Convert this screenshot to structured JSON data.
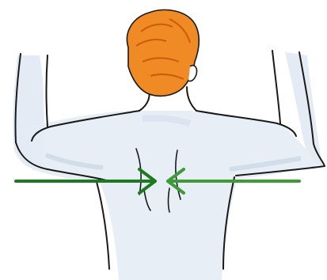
{
  "illustration": {
    "subject": "person-back-view-shoulder-blade-squeeze",
    "colors": {
      "hair": "#f08a24",
      "hair_shadow": "#e07010",
      "outline": "#1a1a1a",
      "skin_shading": "#c9d5e6",
      "arrow_left": "#1e7a1e",
      "arrow_right": "#3f9a38"
    },
    "arrows": [
      {
        "name": "left-arrow",
        "direction": "right"
      },
      {
        "name": "right-arrow",
        "direction": "left"
      }
    ]
  }
}
